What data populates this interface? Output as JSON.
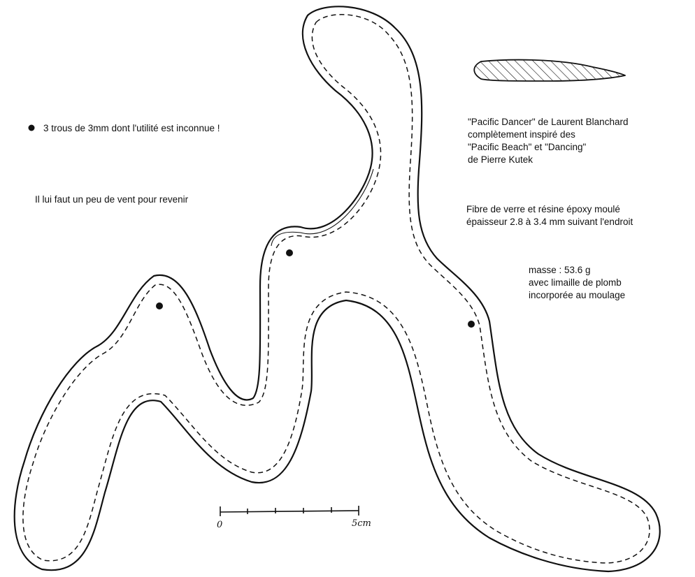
{
  "notes": {
    "holes": "3 trous de 3mm dont l'utilité est inconnue !",
    "wind": "Il lui faut un peu de vent pour revenir",
    "title_lines": [
      "\"Pacific Dancer\" de Laurent Blanchard",
      "complètement inspiré des",
      "\"Pacific Beach\" et \"Dancing\"",
      "de Pierre Kutek"
    ],
    "material_lines": [
      "Fibre de verre et résine époxy moulé",
      "épaisseur 2.8 à 3.4 mm suivant l'endroit"
    ],
    "mass_lines": [
      "masse : 53.6 g",
      "avec limaille de plomb",
      "incorporée au moulage"
    ]
  },
  "scale_bar": {
    "start_label": "0",
    "end_label": "5cm"
  },
  "colors": {
    "ink": "#111111",
    "paper": "#ffffff"
  }
}
